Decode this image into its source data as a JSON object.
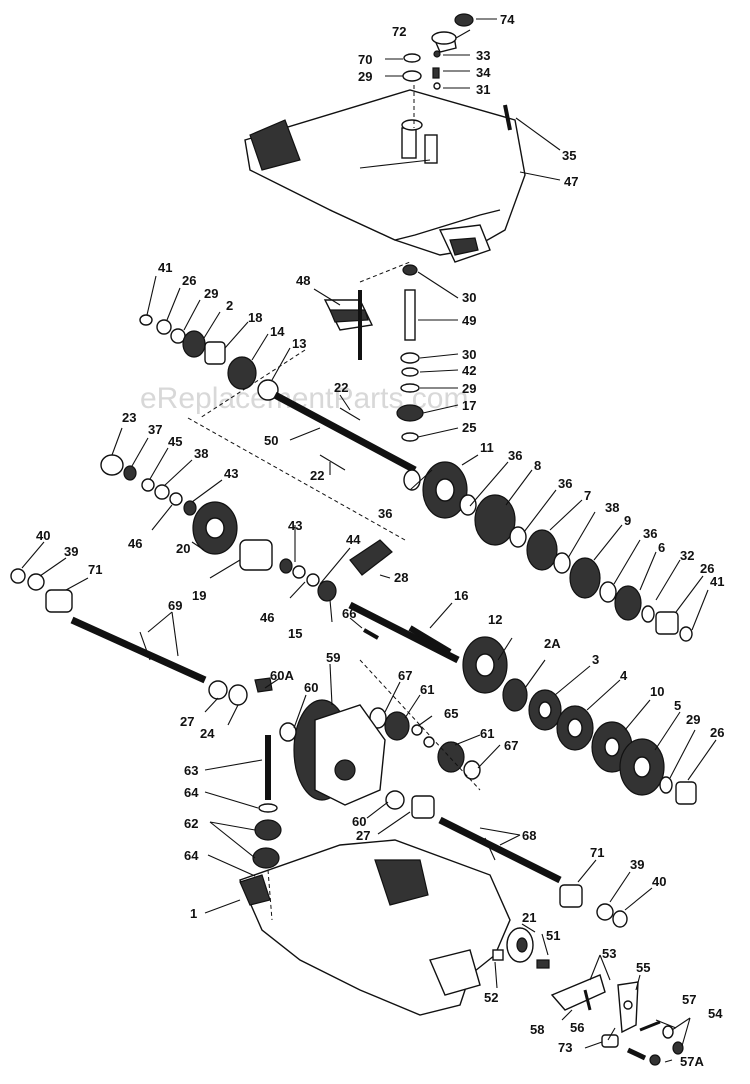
{
  "watermark": "eReplacementParts.com",
  "labels": [
    "74",
    "72",
    "33",
    "70",
    "34",
    "29",
    "31",
    "35",
    "47",
    "41",
    "26",
    "29",
    "2",
    "18",
    "14",
    "13",
    "48",
    "30",
    "49",
    "30",
    "42",
    "22",
    "29",
    "17",
    "25",
    "23",
    "37",
    "45",
    "38",
    "43",
    "50",
    "22",
    "36",
    "11",
    "36",
    "8",
    "36",
    "7",
    "38",
    "9",
    "36",
    "6",
    "32",
    "26",
    "41",
    "46",
    "20",
    "19",
    "43",
    "44",
    "28",
    "40",
    "39",
    "71",
    "69",
    "46",
    "15",
    "16",
    "12",
    "66",
    "2A",
    "3",
    "4",
    "10",
    "5",
    "29",
    "26",
    "67",
    "61",
    "65",
    "61",
    "67",
    "60A",
    "59",
    "60",
    "27",
    "24",
    "63",
    "64",
    "62",
    "64",
    "60",
    "27",
    "68",
    "1",
    "71",
    "39",
    "40",
    "21",
    "51",
    "53",
    "55",
    "52",
    "57",
    "58",
    "56",
    "54",
    "73",
    "57A"
  ]
}
